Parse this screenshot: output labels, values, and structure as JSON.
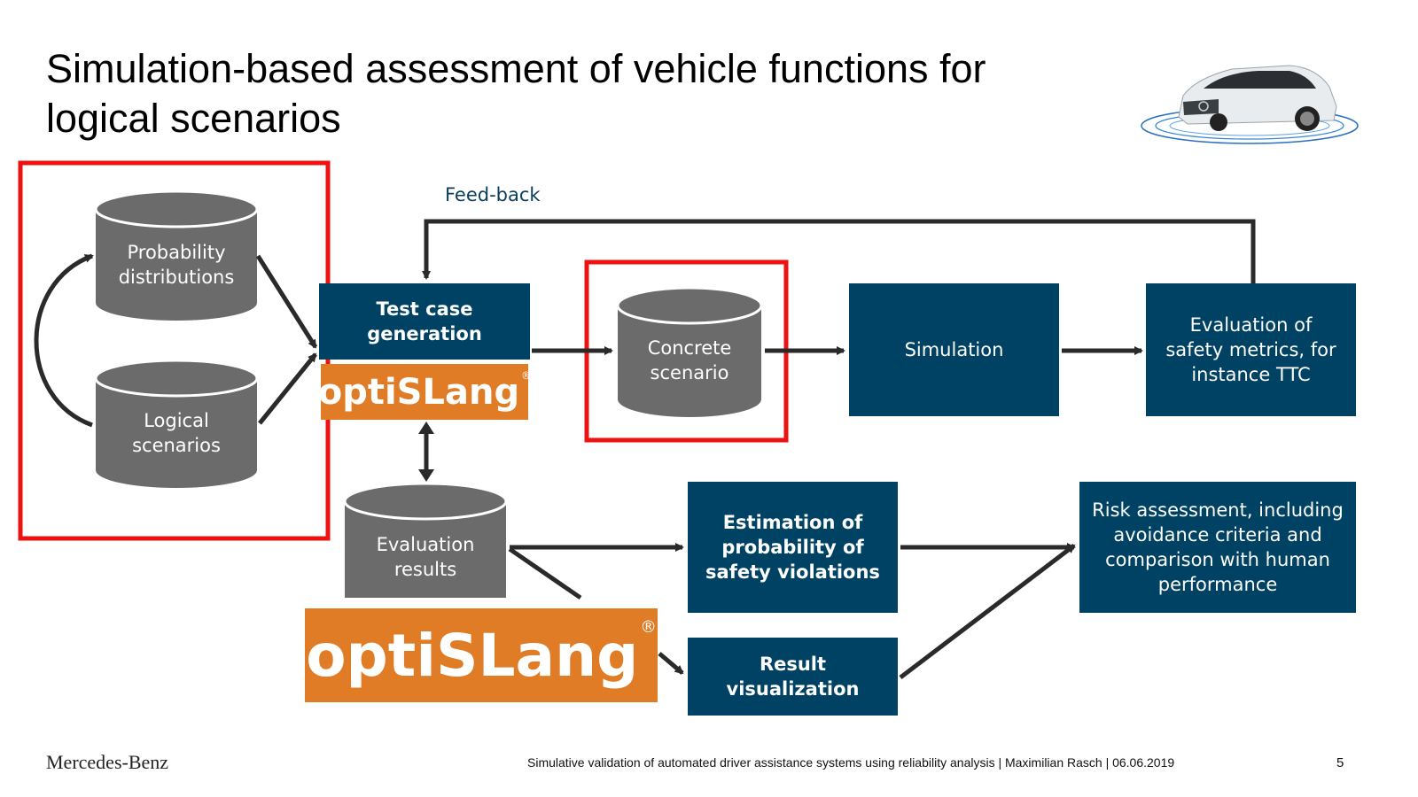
{
  "title": "Simulation-based assessment of vehicle functions for logical scenarios",
  "feedback_label": "Feed-back",
  "cylinders": {
    "probability": "Probability distributions",
    "logical": "Logical scenarios",
    "concrete": "Concrete scenario",
    "evaluation": "Evaluation results"
  },
  "boxes": {
    "test_case": "Test case generation",
    "simulation": "Simulation",
    "evaluation_metrics": "Evaluation of safety metrics, for instance TTC",
    "estimation": "Estimation of probability of safety violations",
    "risk": "Risk assessment, including avoidance criteria and comparison with human performance",
    "result_viz": "Result visualization"
  },
  "logos": {
    "small": "optiSLang",
    "large": "optiSLang",
    "registered": "®"
  },
  "footer": {
    "brand": "Mercedes-Benz",
    "caption": "Simulative validation of automated driver assistance systems using reliability analysis | Maximilian Rasch | 06.06.2019",
    "page": "5"
  },
  "colors": {
    "box": "#004263",
    "cylinder": "#6b6b6b",
    "highlight": "#ee1111",
    "logo": "#e07b26",
    "arrow": "#2a2a2a"
  }
}
